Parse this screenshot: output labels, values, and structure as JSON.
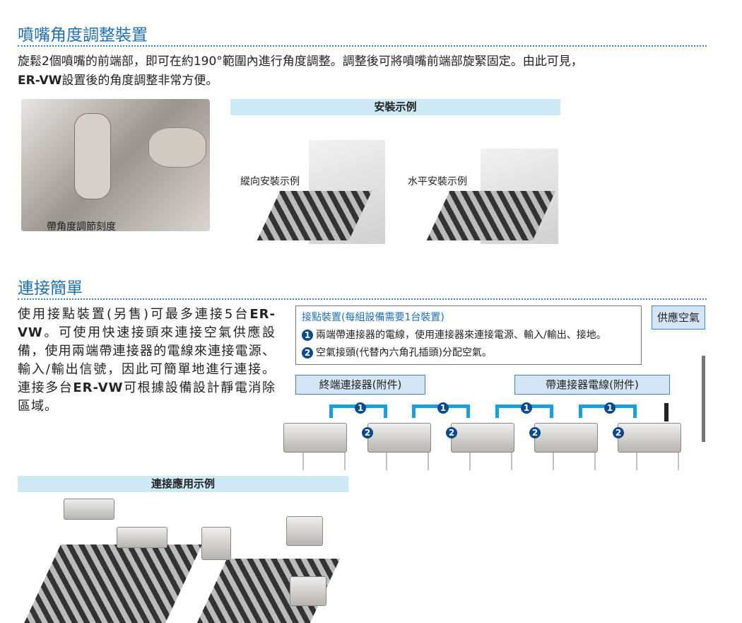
{
  "section1": {
    "title": "噴嘴角度調整裝置",
    "para_line1": "旋鬆2個噴嘴的前端部，即可在約190°範圍內進行角度調整。調整後可將噴嘴前端部旋緊固定。由此可見，",
    "para_bold": "ER-VW",
    "para_line2": "設置後的角度調整非常方便。",
    "photo_label": "帶角度調節刻度",
    "banner": "安裝示例",
    "vertical_label": "縱向安裝示例",
    "horizontal_label": "水平安裝示例"
  },
  "section2": {
    "title": "連接簡單",
    "text1": "使用接點裝置(另售)可最多連接5台",
    "bold1": "ER-VW",
    "text2": "。可使用快速接頭來連接空氣供應設備，使用兩端帶連接器的電線來連接電源、輸入/輸出信號，因此可簡單地進行連接。連接多台",
    "bold2": "ER-VW",
    "text3": "可根據設備設計靜電消除區域。",
    "box_title": "接點裝置(每組設備需要1台裝置)",
    "items": [
      {
        "num": "1",
        "text": "兩端帶連接器的電線，使用連接器來連接電源、輸入/輸出、接地。"
      },
      {
        "num": "2",
        "text": "空氣接頭(代替內六角孔插頭)分配空氣。"
      }
    ],
    "air_supply": "供應空氣",
    "terminal_connector": "終端連接器(附件)",
    "connector_cable": "帶連接器電線(附件)",
    "wire_num": "1",
    "air_num": "2"
  },
  "section3": {
    "banner": "連接應用示例"
  }
}
